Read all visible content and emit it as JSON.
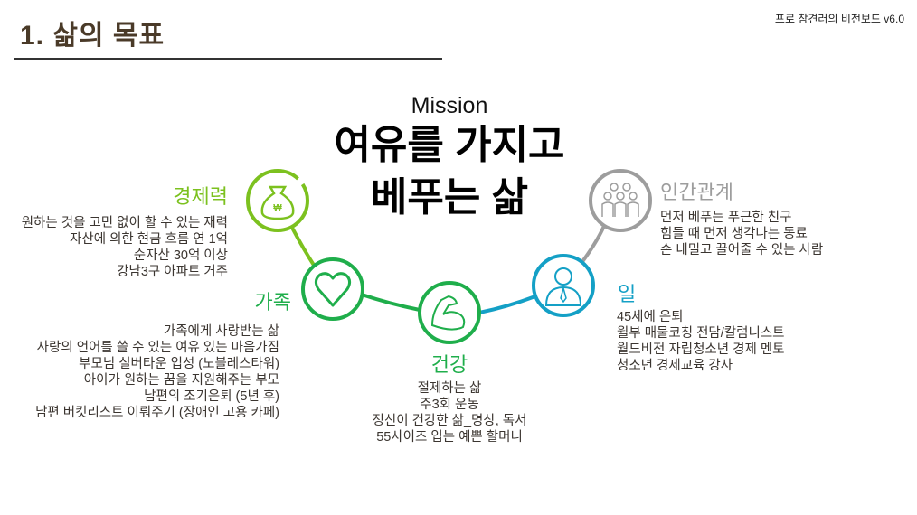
{
  "header": {
    "title": "1. 삶의 목표",
    "board_label": "프로 참견러의 비전보드 v6.0"
  },
  "mission": {
    "label": "Mission",
    "line1": "여유를 가지고",
    "line2": "베푸는 삶"
  },
  "colors": {
    "economy": "#7cc11f",
    "family": "#1fae4b",
    "health": "#1fae4b",
    "work": "#14a0c6",
    "relations": "#9d9d9d"
  },
  "goals": {
    "economy": {
      "label": "경제력",
      "icon": "money-bag-icon",
      "items": [
        "원하는 것을 고민 없이 할 수 있는 재력",
        "자산에 의한 현금 흐름 연 1억",
        "순자산 30억 이상",
        "강남3구 아파트 거주"
      ]
    },
    "family": {
      "label": "가족",
      "icon": "heart-icon",
      "items": [
        "가족에게 사랑받는 삶",
        "사랑의 언어를 쓸 수 있는 여유 있는 마음가짐",
        "부모님 실버타운 입성 (노블레스타워)",
        "아이가 원하는 꿈을 지원해주는 부모",
        "남편의 조기은퇴 (5년 후)",
        "남편 버킷리스트 이뤄주기 (장애인 고용 카페)"
      ]
    },
    "health": {
      "label": "건강",
      "icon": "muscle-arm-icon",
      "items": [
        "절제하는 삶",
        "주3회 운동",
        "정신이 건강한 삶_명상, 독서",
        "55사이즈 입는 예쁜 할머니"
      ]
    },
    "work": {
      "label": "일",
      "icon": "businessman-icon",
      "items": [
        "45세에 은퇴",
        "월부 매물코칭 전담/칼럼니스트",
        "월드비전 자립청소년 경제 멘토",
        "청소년 경제교육 강사"
      ]
    },
    "relations": {
      "label": "인간관계",
      "icon": "people-group-icon",
      "items": [
        "먼저 베푸는 푸근한 친구",
        "힘들 때 먼저 생각나는 동료",
        "손 내밀고 끌어줄 수 있는 사람"
      ]
    }
  }
}
